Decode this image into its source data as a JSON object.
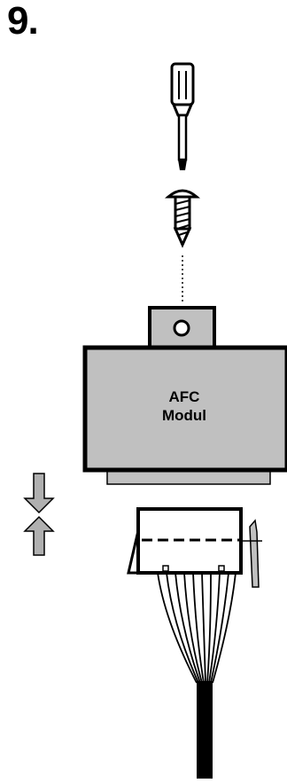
{
  "step": {
    "number": "9."
  },
  "module": {
    "label_line1": "AFC",
    "label_line2": "Modul"
  },
  "colors": {
    "module_fill": "#c0c0c0",
    "arrow_fill": "#b0b0b0",
    "outline": "#000000",
    "background": "#ffffff"
  },
  "icons": [
    "screwdriver-icon",
    "screw-icon",
    "mounting-tab-icon",
    "press-together-arrows-icon",
    "connector-plug-icon",
    "cable-bundle-icon"
  ]
}
